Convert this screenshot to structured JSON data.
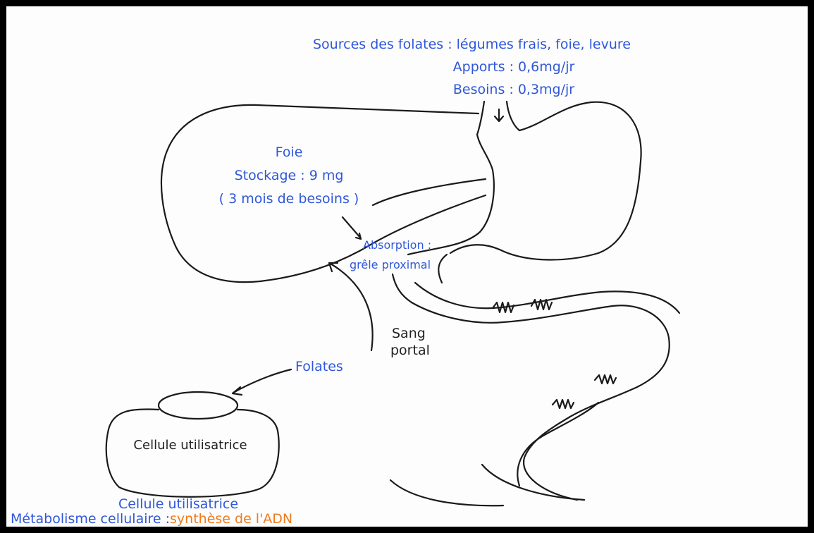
{
  "sources": {
    "line1": "Sources des folates : légumes frais, foie, levure",
    "line2": "Apports : 0,6mg/jr",
    "line3": "Besoins : 0,3mg/jr"
  },
  "liver": {
    "title": "Foie",
    "storage": "Stockage : 9 mg",
    "duration": "( 3 mois de besoins )"
  },
  "absorption": {
    "line1": "Absorption :",
    "line2": "grêle proximal"
  },
  "portal_blood": {
    "line1": "Sang",
    "line2": "portal"
  },
  "folates_label": "Folates",
  "cell": {
    "inner_label": "Cellule utilisatrice",
    "caption": "Cellule utilisatrice",
    "metabolism_prefix": "Métabolisme cellulaire :",
    "metabolism_value": "synthèse de l'ADN"
  },
  "colors": {
    "blue_text": "#2f57d9",
    "orange_text": "#f07a1c",
    "line": "#1a1a1a",
    "frame": "#000000"
  }
}
